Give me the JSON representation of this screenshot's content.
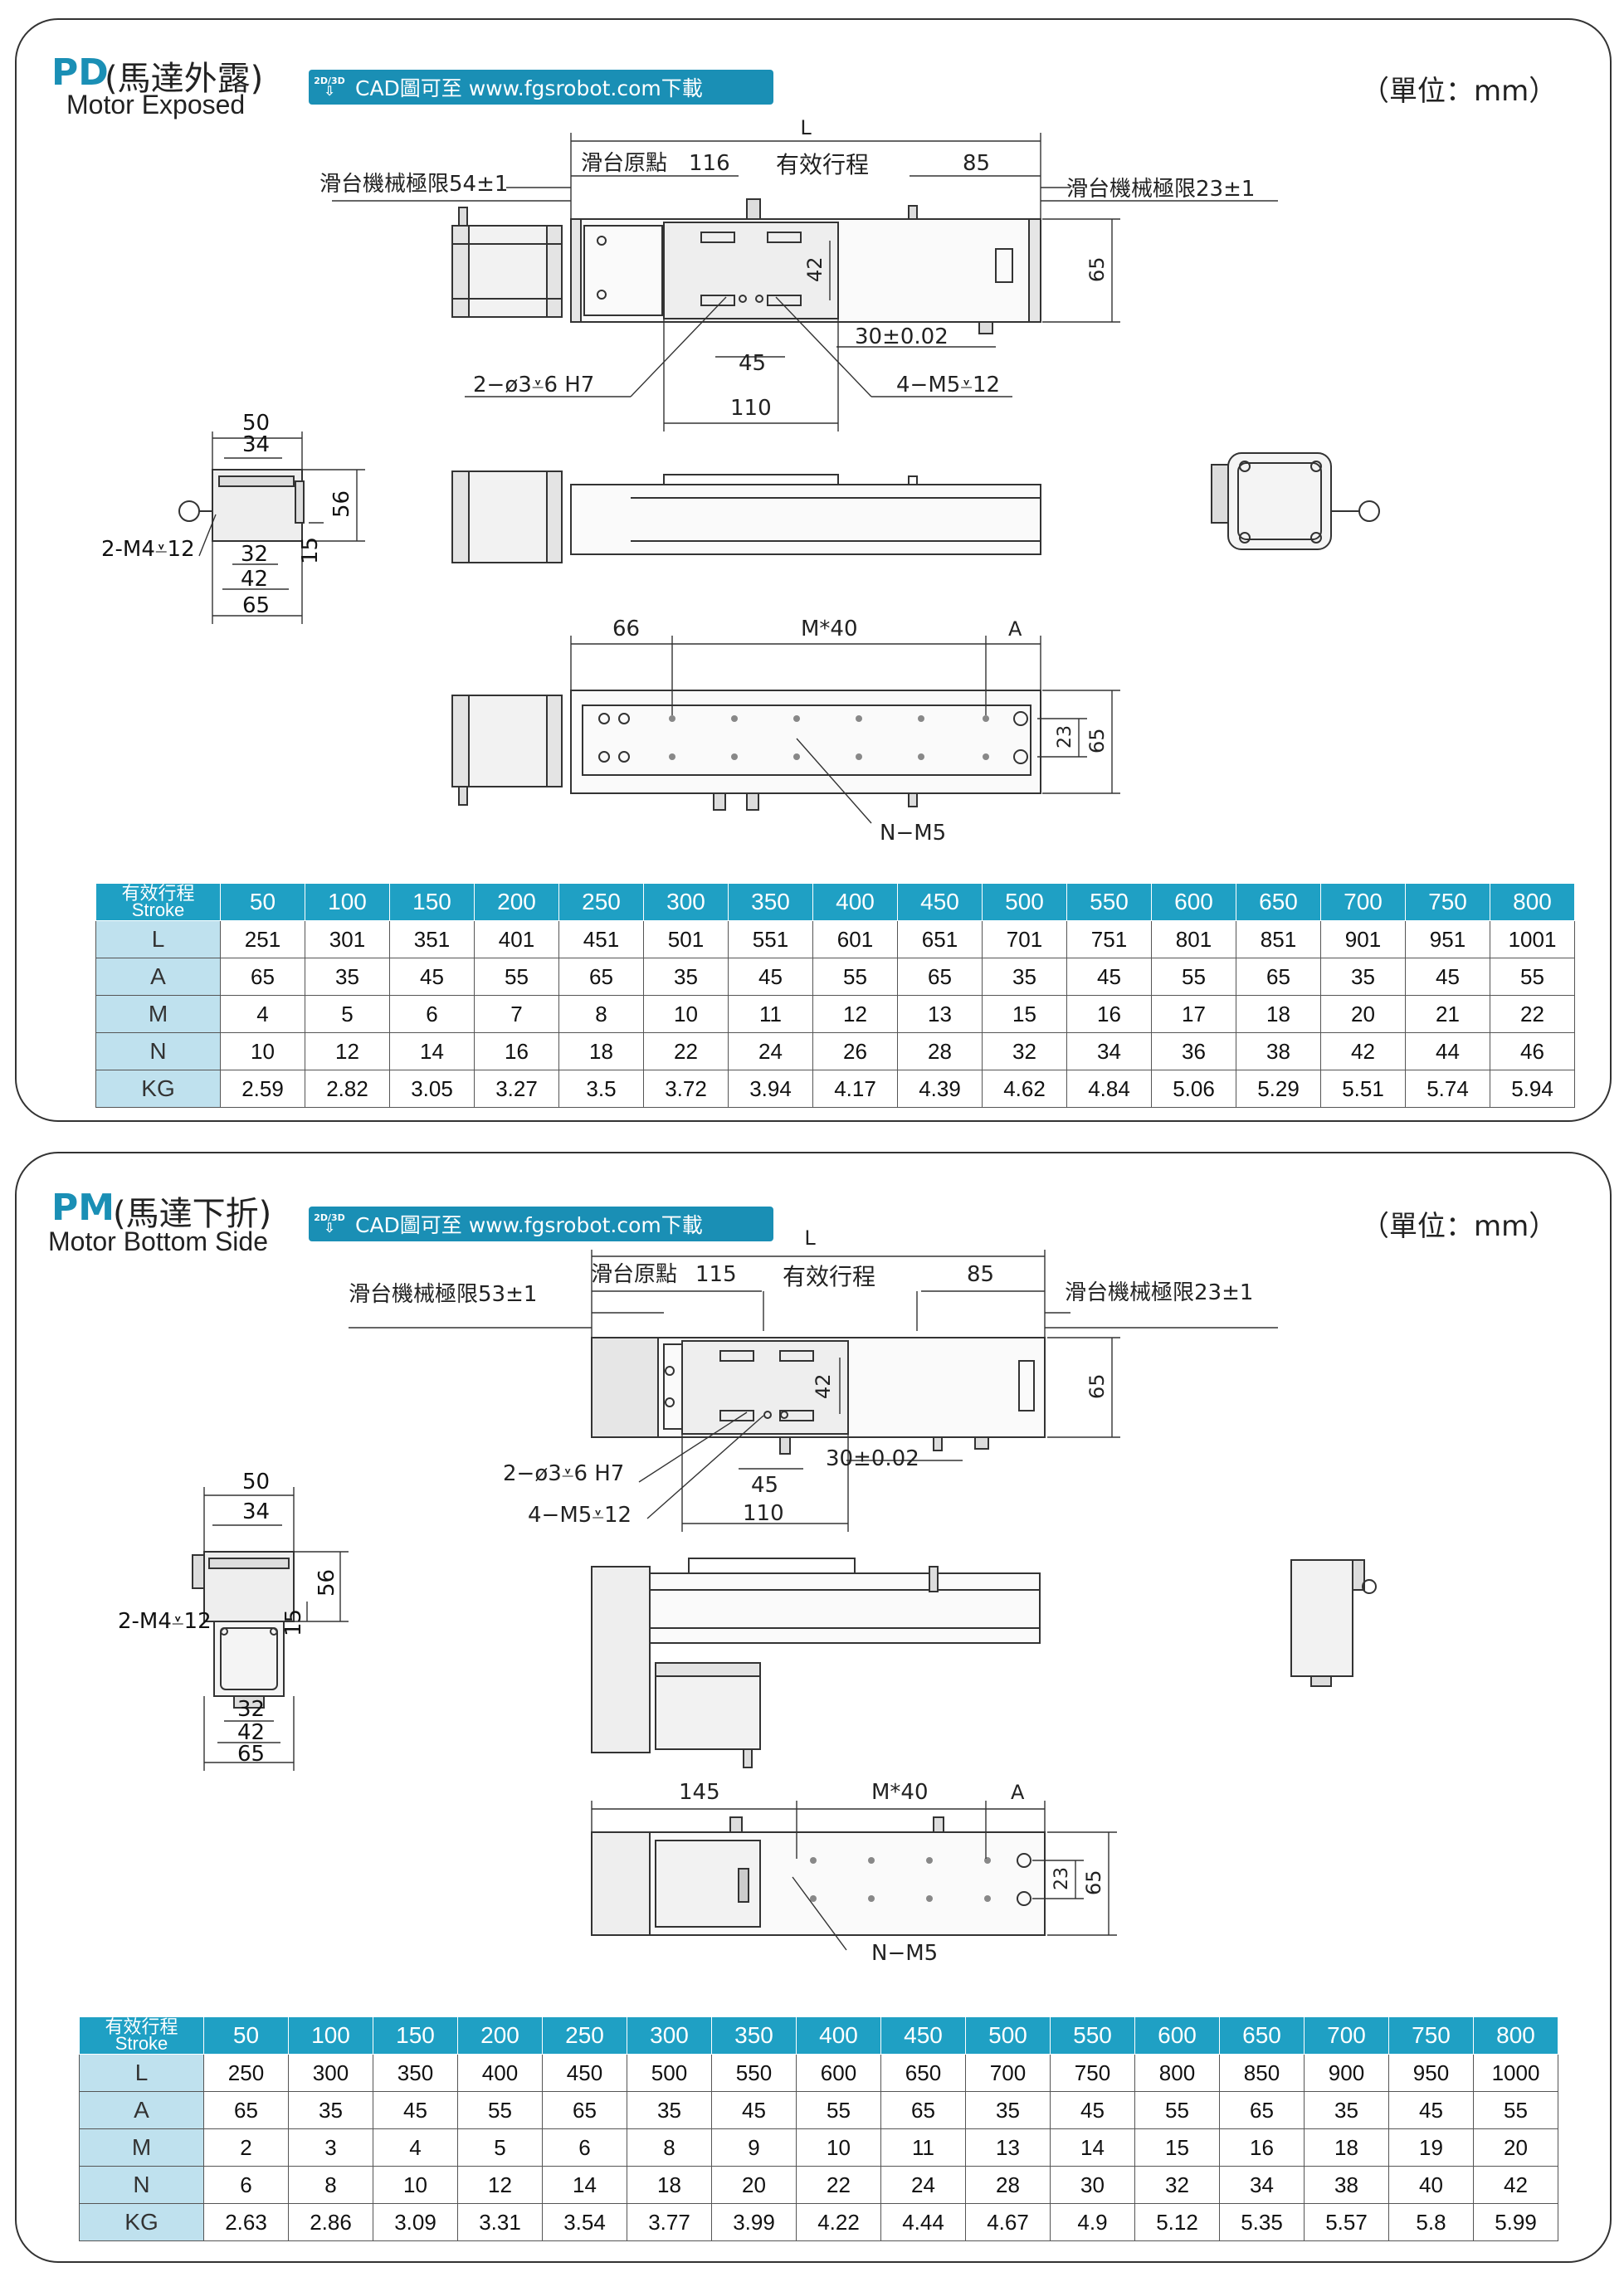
{
  "pd": {
    "code": "PD",
    "name_cn": "(馬達外露)",
    "name_en": "Motor Exposed",
    "cad_badge_top": "2D/3D",
    "cad_badge_arrow": "⇩",
    "cad_text": "CAD圖可至 www.fgsrobot.com下載",
    "unit": "（單位：mm）",
    "top_view": {
      "L": "L",
      "origin": "滑台原點",
      "origin_val": "116",
      "stroke": "有效行程",
      "end_val": "85",
      "left_limit": "滑台機械極限54±1",
      "right_limit": "滑台機械極限23±1",
      "h65": "65",
      "v42": "42",
      "tol": "30±0.02",
      "d45": "45",
      "d110": "110",
      "pin": "2−ø3⩡6  H7",
      "tap": "4−M5⩡12"
    },
    "end_view": {
      "w50": "50",
      "w34": "34",
      "h56": "56",
      "w32": "32",
      "h15": "15",
      "w42": "42",
      "w65": "65",
      "tap": "2-M4⩡12"
    },
    "bottom_view": {
      "d66": "66",
      "pitch": "M*40",
      "a": "A",
      "h23": "23",
      "h65": "65",
      "holes": "N−M5"
    },
    "table": {
      "header_cn": "有效行程",
      "header_en": "Stroke",
      "strokes": [
        "50",
        "100",
        "150",
        "200",
        "250",
        "300",
        "350",
        "400",
        "450",
        "500",
        "550",
        "600",
        "650",
        "700",
        "750",
        "800"
      ],
      "rows": [
        {
          "label": "L",
          "values": [
            "251",
            "301",
            "351",
            "401",
            "451",
            "501",
            "551",
            "601",
            "651",
            "701",
            "751",
            "801",
            "851",
            "901",
            "951",
            "1001"
          ]
        },
        {
          "label": "A",
          "values": [
            "65",
            "35",
            "45",
            "55",
            "65",
            "35",
            "45",
            "55",
            "65",
            "35",
            "45",
            "55",
            "65",
            "35",
            "45",
            "55"
          ]
        },
        {
          "label": "M",
          "values": [
            "4",
            "5",
            "6",
            "7",
            "8",
            "10",
            "11",
            "12",
            "13",
            "15",
            "16",
            "17",
            "18",
            "20",
            "21",
            "22"
          ]
        },
        {
          "label": "N",
          "values": [
            "10",
            "12",
            "14",
            "16",
            "18",
            "22",
            "24",
            "26",
            "28",
            "32",
            "34",
            "36",
            "38",
            "42",
            "44",
            "46"
          ]
        },
        {
          "label": "KG",
          "values": [
            "2.59",
            "2.82",
            "3.05",
            "3.27",
            "3.5",
            "3.72",
            "3.94",
            "4.17",
            "4.39",
            "4.62",
            "4.84",
            "5.06",
            "5.29",
            "5.51",
            "5.74",
            "5.94"
          ]
        }
      ]
    }
  },
  "pm": {
    "code": "PM",
    "name_cn": "(馬達下折)",
    "name_en": "Motor Bottom Side",
    "cad_badge_top": "2D/3D",
    "cad_badge_arrow": "⇩",
    "cad_text": "CAD圖可至 www.fgsrobot.com下載",
    "unit": "（單位：mm）",
    "top_view": {
      "L": "L",
      "origin": "滑台原點",
      "origin_val": "115",
      "stroke": "有效行程",
      "end_val": "85",
      "left_limit": "滑台機械極限53±1",
      "right_limit": "滑台機械極限23±1",
      "h65": "65",
      "v42": "42",
      "tol": "30±0.02",
      "d45": "45",
      "d110": "110",
      "pin": "2−ø3⩡6  H7",
      "tap": "4−M5⩡12"
    },
    "end_view": {
      "w50": "50",
      "w34": "34",
      "h56": "56",
      "w32": "32",
      "h15": "15",
      "w42": "42",
      "w65": "65",
      "tap": "2-M4⩡12"
    },
    "bottom_view": {
      "d145": "145",
      "pitch": "M*40",
      "a": "A",
      "h23": "23",
      "h65": "65",
      "holes": "N−M5"
    },
    "table": {
      "header_cn": "有效行程",
      "header_en": "Stroke",
      "strokes": [
        "50",
        "100",
        "150",
        "200",
        "250",
        "300",
        "350",
        "400",
        "450",
        "500",
        "550",
        "600",
        "650",
        "700",
        "750",
        "800"
      ],
      "rows": [
        {
          "label": "L",
          "values": [
            "250",
            "300",
            "350",
            "400",
            "450",
            "500",
            "550",
            "600",
            "650",
            "700",
            "750",
            "800",
            "850",
            "900",
            "950",
            "1000"
          ]
        },
        {
          "label": "A",
          "values": [
            "65",
            "35",
            "45",
            "55",
            "65",
            "35",
            "45",
            "55",
            "65",
            "35",
            "45",
            "55",
            "65",
            "35",
            "45",
            "55"
          ]
        },
        {
          "label": "M",
          "values": [
            "2",
            "3",
            "4",
            "5",
            "6",
            "8",
            "9",
            "10",
            "11",
            "13",
            "14",
            "15",
            "16",
            "18",
            "19",
            "20"
          ]
        },
        {
          "label": "N",
          "values": [
            "6",
            "8",
            "10",
            "12",
            "14",
            "18",
            "20",
            "22",
            "24",
            "28",
            "30",
            "32",
            "34",
            "38",
            "40",
            "42"
          ]
        },
        {
          "label": "KG",
          "values": [
            "2.63",
            "2.86",
            "3.09",
            "3.31",
            "3.54",
            "3.77",
            "3.99",
            "4.22",
            "4.44",
            "4.67",
            "4.9",
            "5.12",
            "5.35",
            "5.57",
            "5.8",
            "5.99"
          ]
        }
      ]
    }
  }
}
